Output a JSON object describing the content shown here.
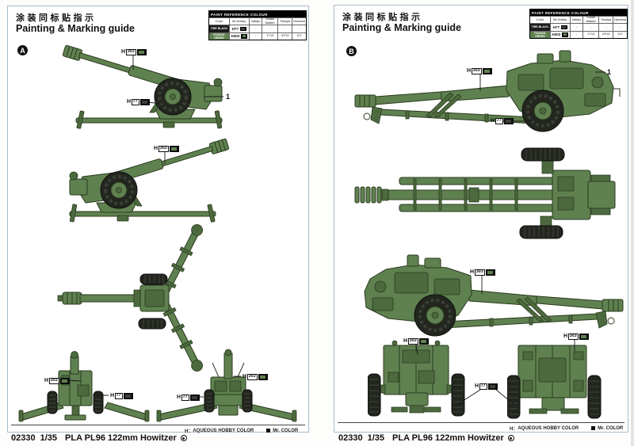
{
  "colors": {
    "gun_green": "#5f8150",
    "gun_green_dark": "#4c6a3e",
    "gun_outline": "#2a3a1e",
    "tire_black": "#23261f",
    "panel_border": "#a9bbc7",
    "chip_dark": "#3d4038"
  },
  "header": {
    "title_cn": "涂装同标贴指示",
    "title_en": "Painting & Marking guide"
  },
  "paint_table": {
    "title": "PAINT REFERENCE COLOUR",
    "columns": [
      "Color",
      "Mr.Hobby",
      "Vallejo",
      "Model Master",
      "Tamiya",
      "Humbrol"
    ],
    "rows": [
      {
        "name": "TIRE BLACK",
        "code": "H77",
        "vallejo": "-",
        "model_master": "-",
        "tamiya": "-",
        "humbrol": "-"
      },
      {
        "name": "FS34102 GREEN",
        "code": "H303",
        "vallejo": "-",
        "model_master": "1713",
        "tamiya": "XF13",
        "humbrol": "117"
      }
    ]
  },
  "legend": {
    "h_prefix": "H：",
    "aqueous": "AQUEOUS HOBBY COLOR",
    "mr_color": "Mr. COLOR"
  },
  "footer": {
    "kit_number": "02330",
    "scale": "1/35",
    "kit_name": "PLA PL96 122mm Howitzer"
  },
  "panels": [
    {
      "letter": "A",
      "decal": "1",
      "callouts": [
        {
          "prefix": "H",
          "num": "303"
        },
        {
          "prefix": "H",
          "num": "77"
        },
        {
          "prefix": "H",
          "num": "303"
        },
        {
          "prefix": "H",
          "num": "303"
        },
        {
          "prefix": "H",
          "num": "77"
        },
        {
          "prefix": "H",
          "num": "303"
        },
        {
          "prefix": "H",
          "num": "77"
        }
      ]
    },
    {
      "letter": "B",
      "decal": "1",
      "callouts": [
        {
          "prefix": "H",
          "num": "303"
        },
        {
          "prefix": "H",
          "num": "77"
        },
        {
          "prefix": "H",
          "num": "303"
        },
        {
          "prefix": "H",
          "num": "303"
        },
        {
          "prefix": "H",
          "num": "303"
        },
        {
          "prefix": "H",
          "num": "77"
        }
      ]
    }
  ]
}
